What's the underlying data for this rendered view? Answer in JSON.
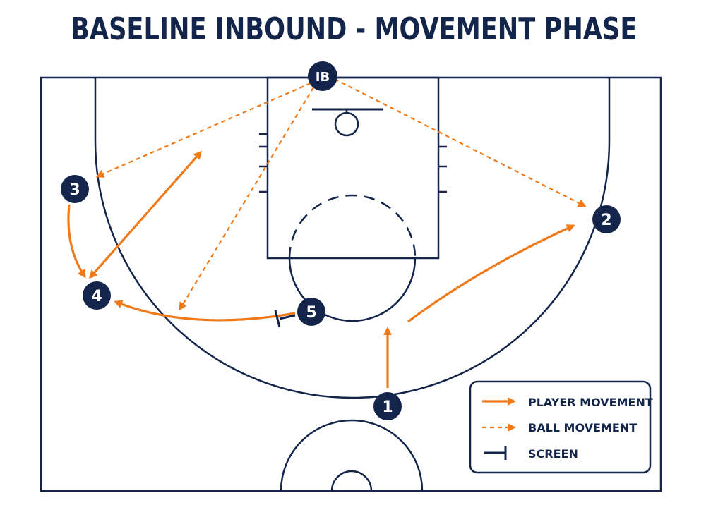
{
  "title": "BASELINE INBOUND - MOVEMENT PHASE",
  "colors": {
    "navy": "#13254a",
    "orange": "#f07a1a",
    "white": "#ffffff"
  },
  "players": [
    {
      "id": "ib",
      "label": "IB"
    },
    {
      "id": "p1",
      "label": "1"
    },
    {
      "id": "p2",
      "label": "2"
    },
    {
      "id": "p3",
      "label": "3"
    },
    {
      "id": "p4",
      "label": "4"
    },
    {
      "id": "p5",
      "label": "5"
    }
  ],
  "legend": {
    "player_movement": "PLAYER MOVEMENT",
    "ball_movement": "BALL MOVEMENT",
    "screen": "SCREEN"
  }
}
